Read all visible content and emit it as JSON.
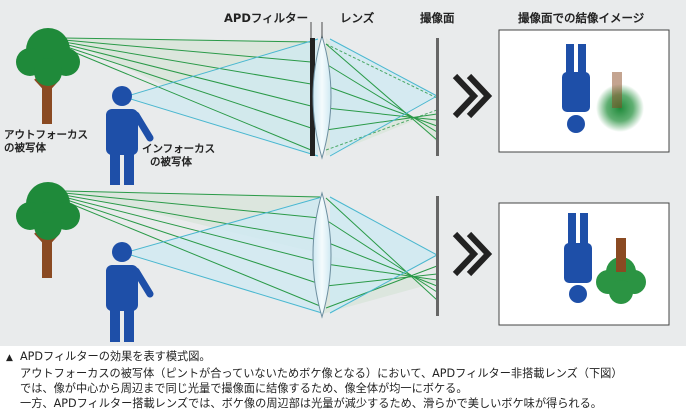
{
  "labels": {
    "apd_filter": "APDフィルター",
    "lens": "レンズ",
    "image_plane": "撮像面",
    "imaging_on_plane": "撮像面での結像イメージ",
    "out_of_focus_line1": "アウトフォーカス",
    "out_of_focus_line2": "の被写体",
    "in_focus_line1": "インフォーカス",
    "in_focus_line2": "の被写体"
  },
  "caption": {
    "marker": "▲",
    "line1": "APDフィルターの効果を表す模式図。",
    "line2": "アウトフォーカスの被写体（ピントが合っていないためボケ像となる）において、APDフィルター非搭載レンズ（下図）",
    "line3": "では、像が中心から周辺まで同じ光量で撮像面に結像するため、像全体が均一にボケる。",
    "line4": "一方、APDフィルター搭載レンズでは、ボケ像の周辺部は光量が減少するため、滑らかで美しいボケ味が得られる。"
  },
  "colors": {
    "background": "#e9ebec",
    "tree_green": "#1f8a3a",
    "trunk": "#8a4a22",
    "person_blue": "#1e4fa8",
    "ray_green": "#2a9a48",
    "ray_blue": "#4ab7cf",
    "lens_fill": "#d6ecf3",
    "plane": "#666666"
  },
  "icons": [
    "tree-icon",
    "person-icon",
    "double-chevron-icon"
  ]
}
